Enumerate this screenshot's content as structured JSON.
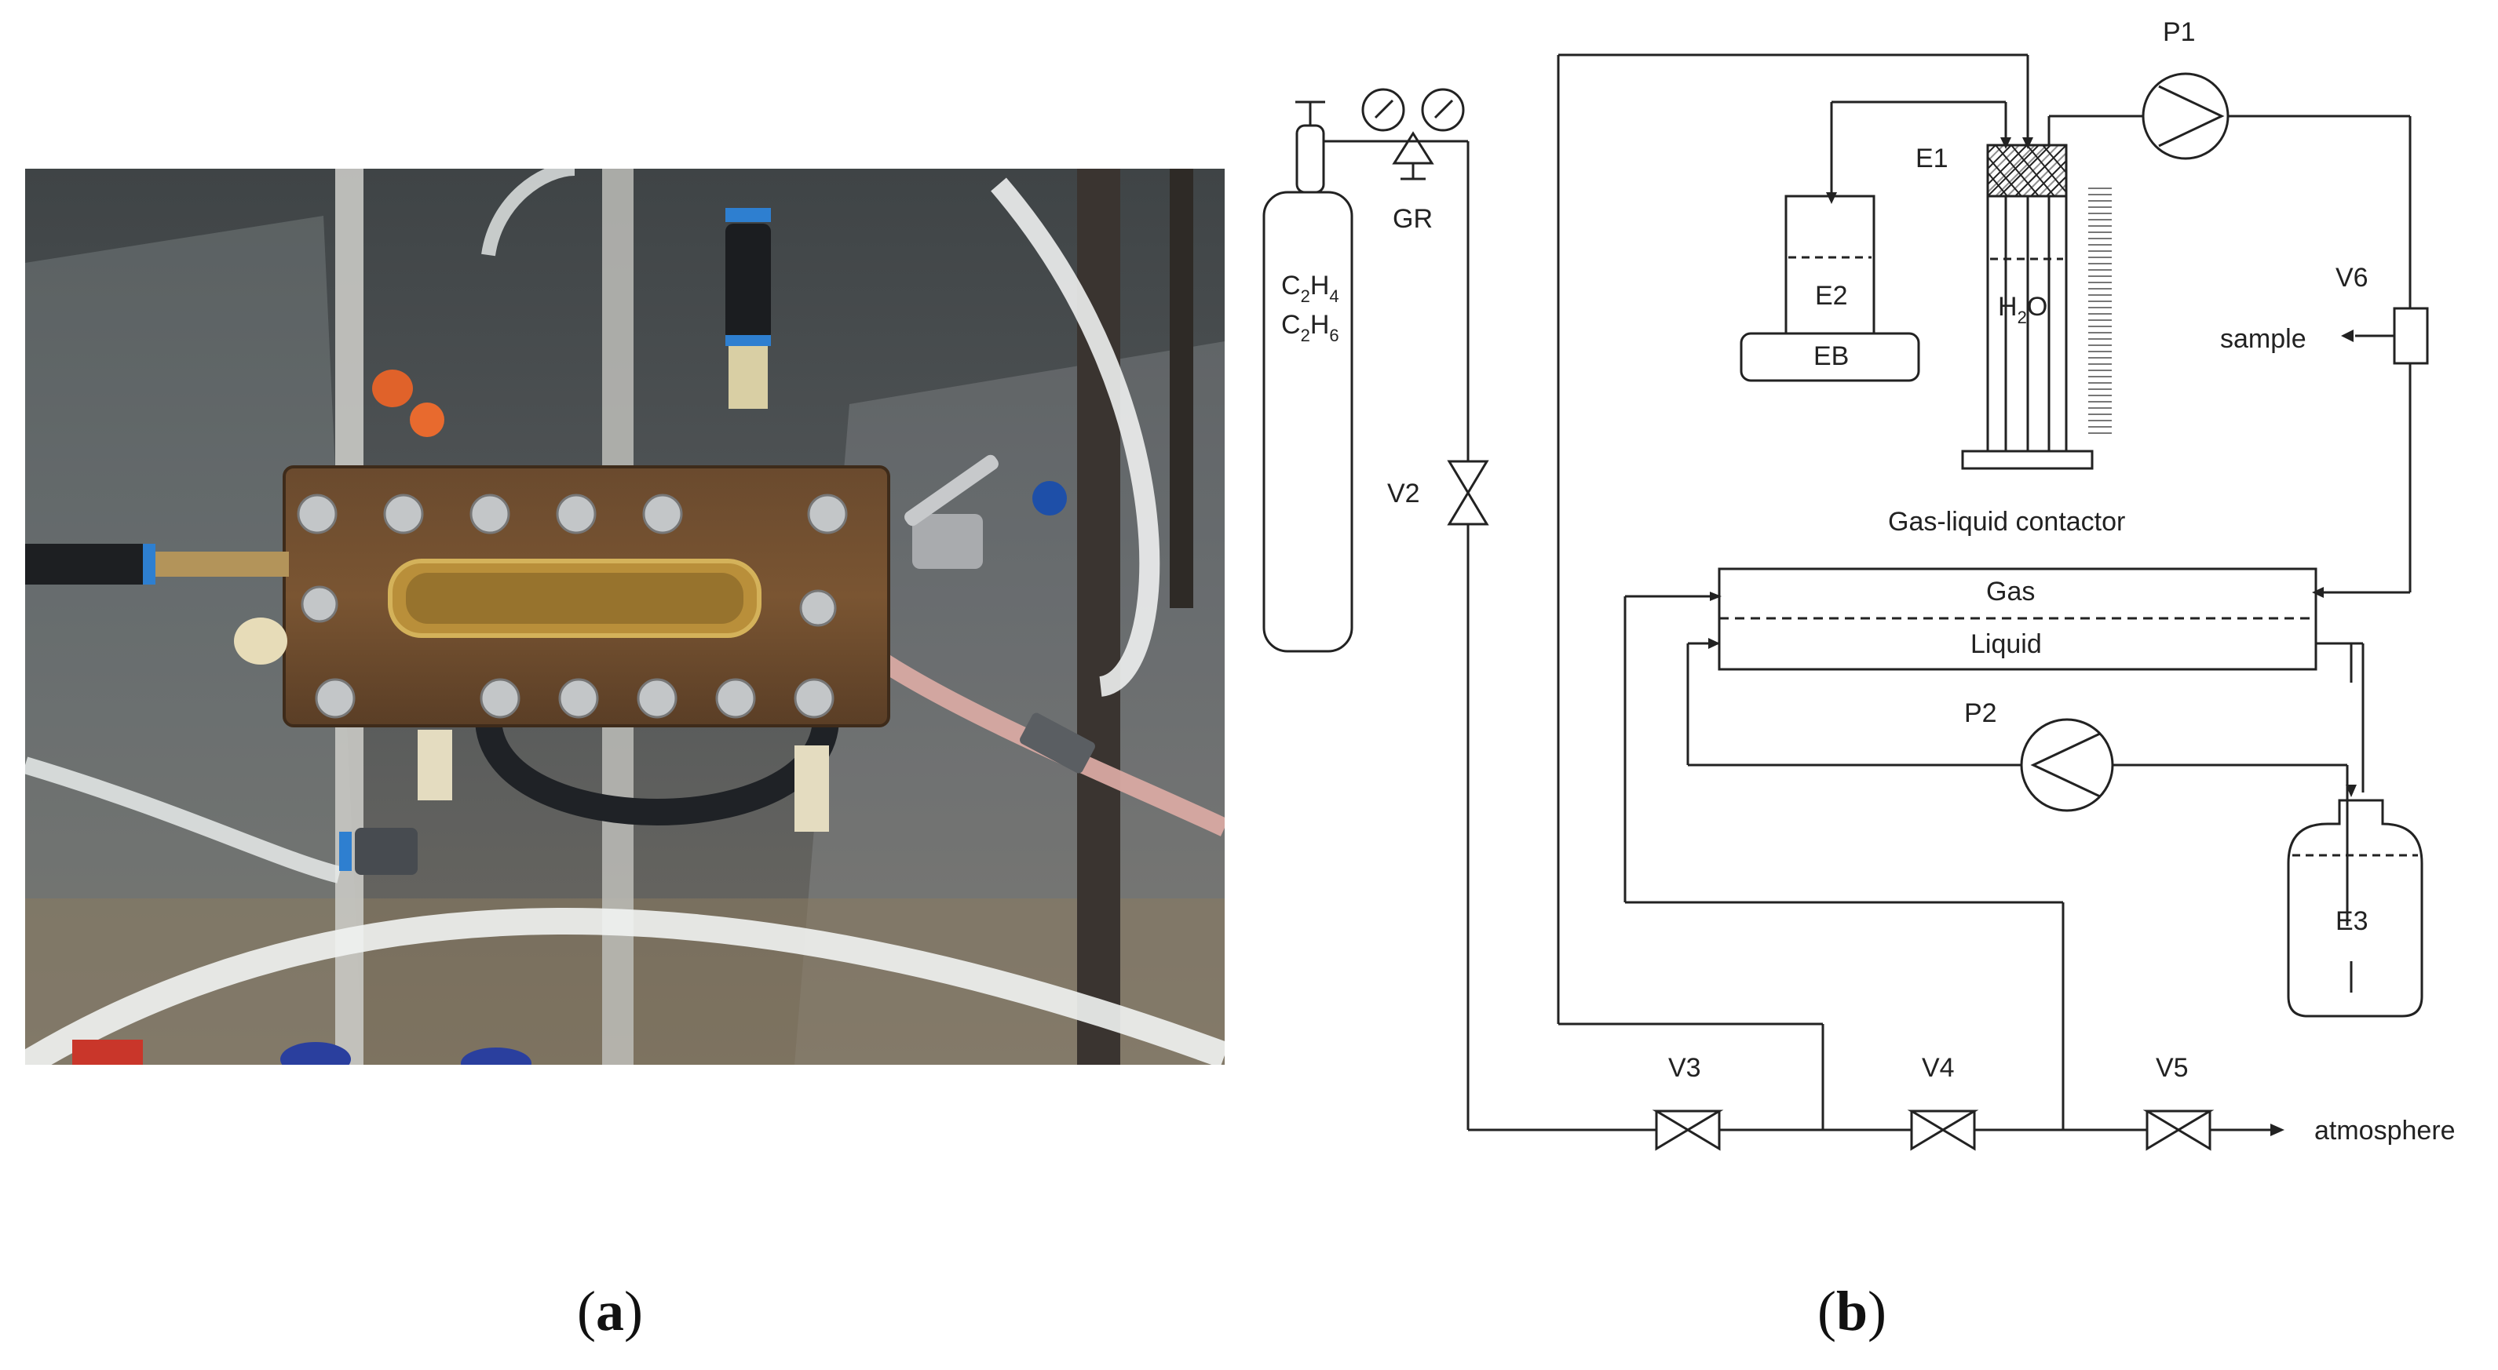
{
  "panels": {
    "a": {
      "label_open": "(",
      "label_letter": "a",
      "label_close": ")"
    },
    "b": {
      "label_open": "(",
      "label_letter": "b",
      "label_close": ")"
    }
  },
  "diagram": {
    "cylinder": {
      "line1_C": "C",
      "line1_sub1": "2",
      "line1_H": "H",
      "line1_sub2": "4",
      "line2_C": "C",
      "line2_sub1": "2",
      "line2_H": "H",
      "line2_sub2": "6"
    },
    "gr": "GR",
    "v2": "V2",
    "e1": "E1",
    "e2": "E2",
    "eb": "EB",
    "h2o_H": "H",
    "h2o_sub": "2",
    "h2o_O": "O",
    "p1": "P1",
    "v6": "V6",
    "sample": "sample",
    "contactor_caption": "Gas-liquid contactor",
    "gas": "Gas",
    "liquid": "Liquid",
    "p2": "P2",
    "e3": "E3",
    "v3": "V3",
    "v4": "V4",
    "v5": "V5",
    "atmosphere": "atmosphere"
  }
}
